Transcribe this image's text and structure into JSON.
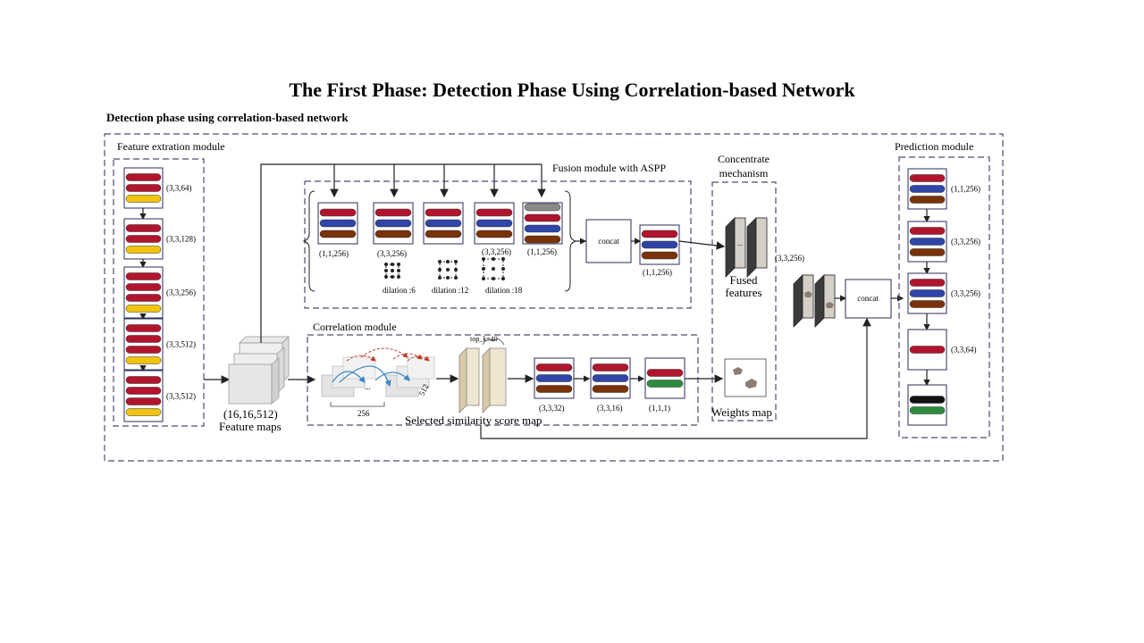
{
  "title": "The First Phase: Detection Phase Using Correlation-based Network",
  "subtitle": "Detection phase using correlation-based network",
  "modules": {
    "feature_extraction": {
      "label": "Feature extration module",
      "blocks": [
        "(3,3,64)",
        "(3,3,128)",
        "(3,3,256)",
        "(3,3,512)",
        "(3,3,512)"
      ]
    },
    "feature_maps": {
      "shape": "(16,16,512)",
      "label": "Feature maps"
    },
    "fusion": {
      "label": "Fusion  module with ASPP",
      "blocks": [
        "(1,1,256)",
        "(3,3,256)",
        "(3,3,256)",
        "(1,1,256)"
      ],
      "dilations": [
        "dilation :6",
        "dilation :12",
        "dilation :18"
      ],
      "concat": "concat",
      "output": "(1,1,256)"
    },
    "correlation": {
      "label": "Correlation module",
      "dim_256": "256",
      "dim_512": "512",
      "dots": "...",
      "top_k": "top_k=40",
      "score_map": "Selected similarity score map",
      "blocks": [
        "(3,3,32)",
        "(3,3,16)",
        "(1,1,1)"
      ]
    },
    "concentrate": {
      "label_line1": "Concentrate",
      "label_line2": "mechanism",
      "fused_line1": "Fused",
      "fused_line2": "features",
      "weights": "Weights map",
      "shape": "(3,3,256)",
      "concat": "concat"
    },
    "prediction": {
      "label": "Prediction module",
      "blocks": [
        "(1,1,256)",
        "(3,3,256)",
        "(3,3,256)",
        "(3,3,64)"
      ]
    }
  },
  "colors": {
    "red": "#b0152d",
    "blue": "#2f45a8",
    "brown": "#7a3208",
    "yellow": "#f1c40f",
    "green": "#2e8b3e",
    "black": "#111111",
    "gray": "#8a8a8a",
    "dashed_border": "#4a4e72"
  }
}
